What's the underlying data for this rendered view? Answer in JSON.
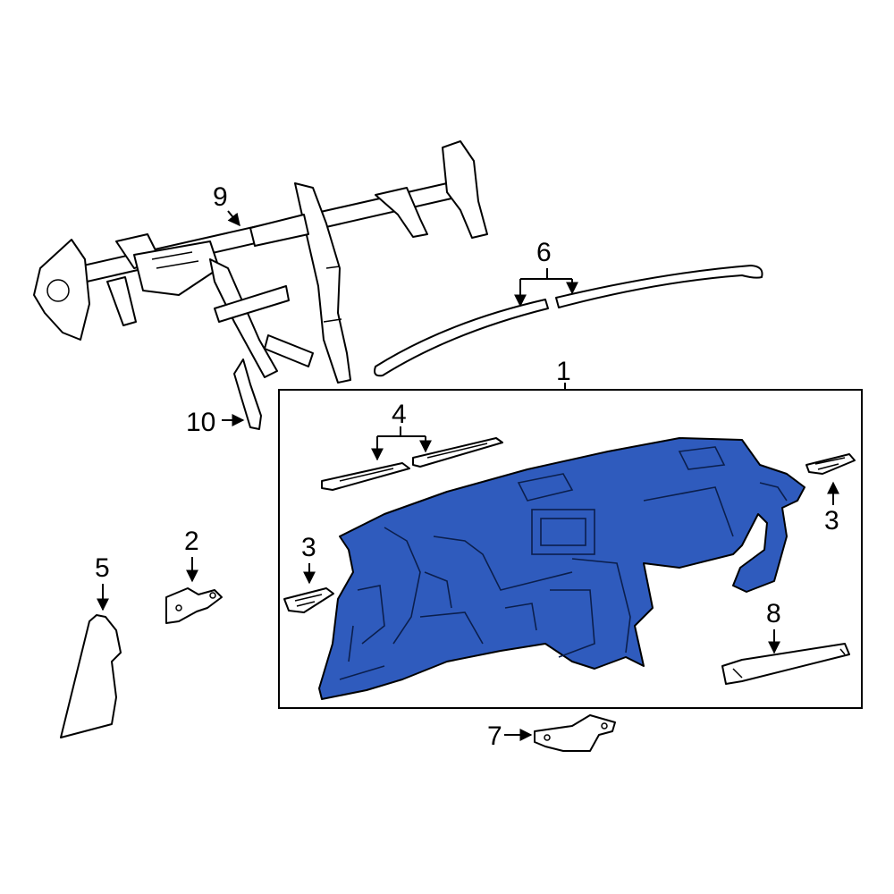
{
  "colors": {
    "highlight_fill": "#2f5bbd",
    "outline": "#000000",
    "background": "#ffffff"
  },
  "callouts": {
    "c1": "1",
    "c2": "2",
    "c3_left": "3",
    "c3_right": "3",
    "c4": "4",
    "c5": "5",
    "c6": "6",
    "c7": "7",
    "c8": "8",
    "c9": "9",
    "c10": "10"
  }
}
